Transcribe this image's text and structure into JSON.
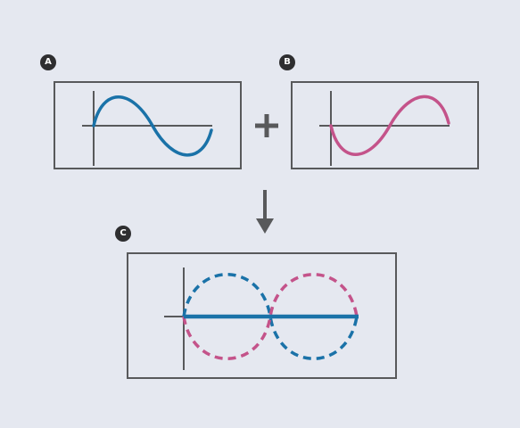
{
  "badges": {
    "a": "A",
    "b": "B",
    "c": "C"
  },
  "colors": {
    "background": "#e5e8f0",
    "wave_a": "#1a72a8",
    "wave_b": "#c4538a",
    "axis": "#58595b",
    "badge_bg": "#2e2e30",
    "badge_text": "#ffffff"
  },
  "icons": {
    "operator": "plus-icon",
    "flow": "arrow-down-icon"
  }
}
